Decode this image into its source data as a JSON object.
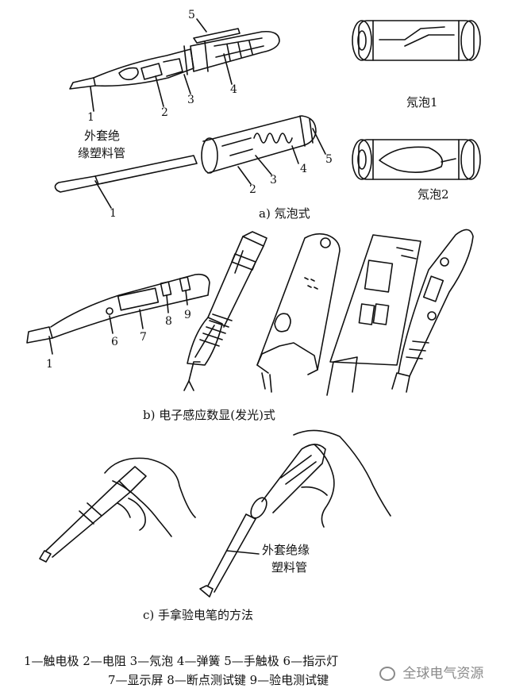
{
  "labels": {
    "neon_bulb_1": "氖泡1",
    "neon_bulb_2": "氖泡2",
    "outer_tube": "外套绝缘塑料管",
    "outer_tube_lines": [
      "外套绝",
      "缘塑料管"
    ],
    "outer_tube_c_lines": [
      "外套绝缘",
      "塑料管"
    ]
  },
  "part_numbers": {
    "top_pen": [
      "5",
      "1",
      "2",
      "3",
      "4"
    ],
    "screwdriver": [
      "1",
      "2",
      "3",
      "4",
      "5"
    ],
    "digital_pen": [
      "1",
      "6",
      "7",
      "8",
      "9"
    ]
  },
  "captions": {
    "a": "a) 氖泡式",
    "b": "b) 电子感应数显(发光)式",
    "c": "c) 手拿验电笔的方法"
  },
  "legend": {
    "line1": "1—触电极   2—电阻   3—氖泡   4—弹簧   5—手触极   6—指示灯",
    "line2": "7—显示屏   8—断点测试键   9—验电测试键"
  },
  "watermark": {
    "text": "全球电气资源"
  }
}
